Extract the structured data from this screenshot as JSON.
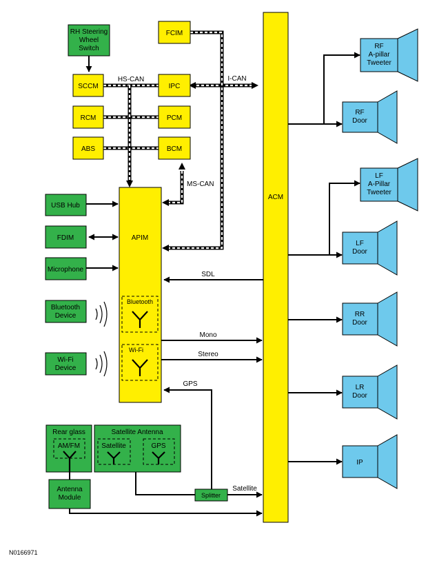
{
  "modules": {
    "rh_switch": [
      "RH Steering",
      "Wheel",
      "Switch"
    ],
    "fcim": "FCIM",
    "sccm": "SCCM",
    "ipc": "IPC",
    "rcm": "RCM",
    "pcm": "PCM",
    "abs": "ABS",
    "bcm": "BCM",
    "apim": "APIM",
    "acm": "ACM",
    "usb_hub": "USB Hub",
    "fdim": "FDIM",
    "microphone": "Microphone",
    "bluetooth_device": [
      "Bluetooth",
      "Device"
    ],
    "wifi_device": [
      "Wi-Fi",
      "Device"
    ],
    "bluetooth_inner": "Bluetooth",
    "wifi_inner": "Wi-Fi",
    "rear_glass": "Rear glass",
    "am_fm": "AM/FM",
    "satellite_antenna": "Satellite Antenna",
    "satellite": "Satellite",
    "gps": "GPS",
    "antenna_module": [
      "Antenna",
      "Module"
    ],
    "splitter": "Splitter"
  },
  "speakers": {
    "rf_tweeter": [
      "RF",
      "A-pillar",
      "Tweeter"
    ],
    "rf_door": [
      "RF",
      "Door"
    ],
    "lf_tweeter": [
      "LF",
      "A-Pillar",
      "Tweeter"
    ],
    "lf_door": [
      "LF",
      "Door"
    ],
    "rr_door": [
      "RR",
      "Door"
    ],
    "lr_door": [
      "LR",
      "Door"
    ],
    "ip": "IP"
  },
  "bus_labels": {
    "hs_can": "HS-CAN",
    "i_can": "I-CAN",
    "ms_can": "MS-CAN",
    "sdl": "SDL",
    "mono": "Mono",
    "stereo": "Stereo",
    "gps_line": "GPS",
    "satellite_line": "Satellite"
  },
  "footer_code": "N0166971",
  "colors": {
    "module_yellow": "#ffef00",
    "module_green": "#33b14a",
    "speaker_blue": "#6ec9ec"
  }
}
